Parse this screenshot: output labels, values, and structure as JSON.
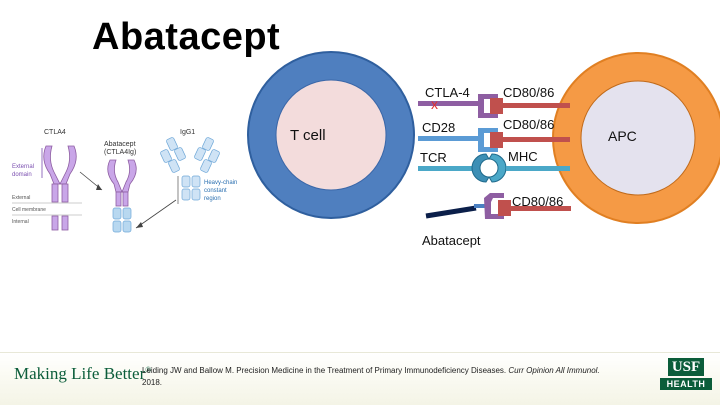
{
  "slide": {
    "title": "Abatacept"
  },
  "left_figure": {
    "ctla4_label": "CTLA4",
    "abatacept_label_line1": "Abatacept",
    "abatacept_label_line2": "(CTLA4Ig)",
    "igg1_label": "IgG1",
    "external_domain_line1": "External",
    "external_domain_line2": "domain",
    "external_label": "External",
    "cell_membrane_label": "Cell membrane",
    "internal_label": "Internal",
    "heavy_chain_line1": "Heavy-chain",
    "heavy_chain_line2": "constant",
    "heavy_chain_line3": "region"
  },
  "diagram": {
    "t_cell_label": "T cell",
    "apc_label": "APC",
    "ctla4_label": "CTLA-4",
    "cd28_label": "CD28",
    "tcr_label": "TCR",
    "mhc_label": "MHC",
    "cd80_top": "CD80/86",
    "cd80_middle": "CD80/86",
    "cd80_bottom": "CD80/86",
    "abatacept_label": "Abatacept",
    "block_mark": "x"
  },
  "footer": {
    "tagline": "Making Life Better",
    "tagline_mark": "®",
    "citation_text": "Leiding JW and Ballow M. Precision Medicine in the Treatment of Primary Immunodeficiency Diseases.",
    "citation_journal": "Curr Opinion All Immunol.",
    "citation_year": "2018.",
    "logo_top": "USF",
    "logo_bottom": "HEALTH"
  },
  "colors": {
    "t_cell_ring": "#4f7fbf",
    "t_cell_core": "#f3dcdc",
    "apc_ring": "#f59a45",
    "apc_core": "#e4e2ee",
    "ctla4": "#8e5ea2",
    "cd28": "#5b9bd5",
    "tcr": "#4ba8c8",
    "cd80": "#c0504d",
    "block_x": "#e03030",
    "brand_green": "#0b5d3a"
  }
}
